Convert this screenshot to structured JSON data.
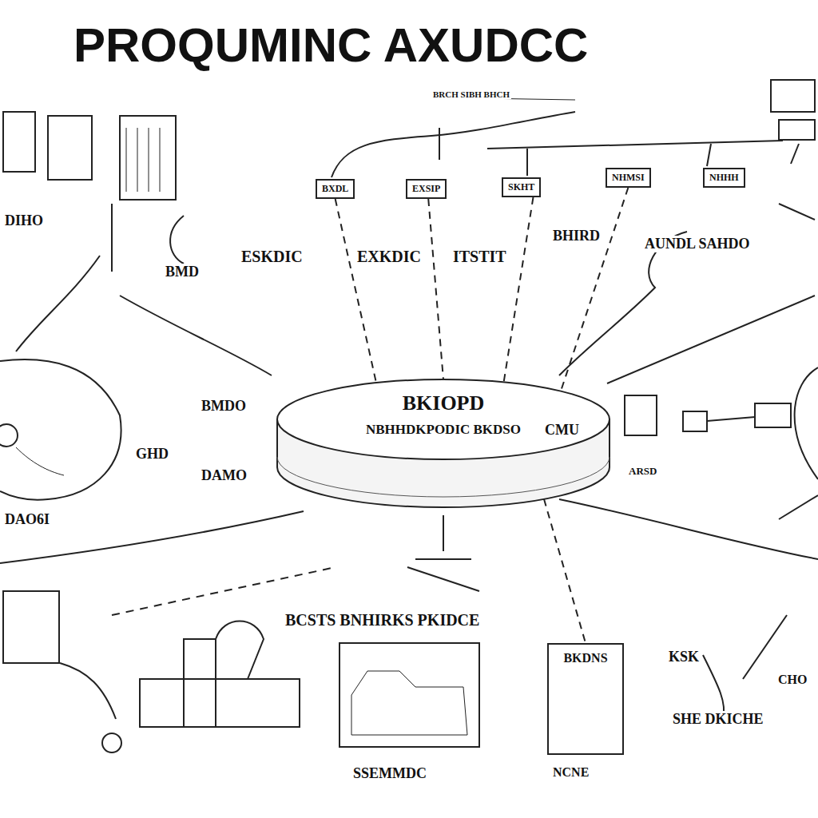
{
  "diagram": {
    "title": "PROQUMINC AXUDCC",
    "nodes": [
      {
        "text": [
          "BKIOPD",
          "NBHHDKPODIC BKDSO"
        ]
      },
      {
        "text": [
          "BXDL"
        ]
      },
      {
        "text": [
          "EXSIP"
        ]
      },
      {
        "text": [
          "SKHT"
        ]
      },
      {
        "text": [
          "NHMSI"
        ]
      },
      {
        "text": [
          "NHHH"
        ]
      },
      {
        "text": [
          "BKDNS"
        ]
      }
    ],
    "edges": [
      {
        "from": 1,
        "to": 0,
        "arrow": "none"
      },
      {
        "from": 2,
        "to": 0,
        "arrow": "none"
      },
      {
        "from": 3,
        "to": 0,
        "arrow": "none"
      },
      {
        "from": 4,
        "to": 0,
        "arrow": "none"
      },
      {
        "from": 0,
        "to": 6,
        "arrow": "none"
      }
    ],
    "labels": [
      "BRCH SIBH BHCH",
      "DIHO",
      "BMD",
      "ESKDIC",
      "EXKDIC",
      "ITSTIT",
      "BHIRD",
      "AUNDL SAHDO",
      "BMDO",
      "GHD",
      "DAMO",
      "DAO6I",
      "CMU",
      "ARSD",
      "BCSTS BNHIRKS PKIDCE",
      "SSEMMDC",
      "KSK",
      "CHO",
      "SHE DKICHE",
      "NCNE"
    ]
  }
}
